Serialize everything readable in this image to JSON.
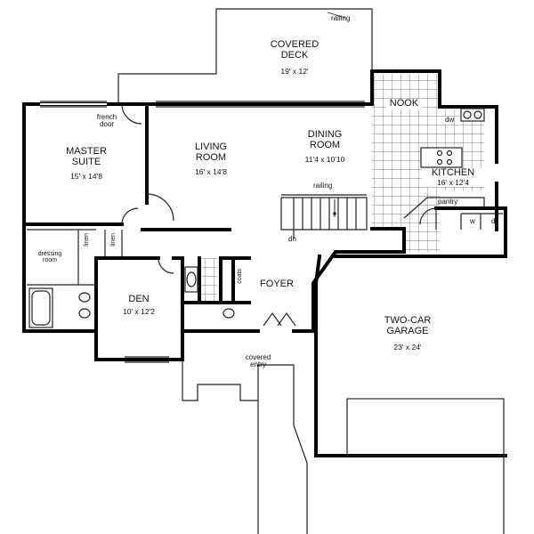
{
  "rooms": {
    "covered_deck": {
      "name_line1": "COVERED",
      "name_line2": "DECK",
      "dims": "19' x 12'"
    },
    "master_suite": {
      "name_line1": "MASTER",
      "name_line2": "SUITE",
      "dims": "15' x 14'8"
    },
    "living_room": {
      "name_line1": "LIVING",
      "name_line2": "ROOM",
      "dims": "16' x 14'8"
    },
    "dining_room": {
      "name_line1": "DINING",
      "name_line2": "ROOM",
      "dims": "11'4 x 10'10"
    },
    "nook": {
      "name": "NOOK"
    },
    "kitchen": {
      "name": "KITCHEN",
      "dims": "16' x 12'4"
    },
    "den": {
      "name": "DEN",
      "dims": "10' x 12'2"
    },
    "foyer": {
      "name": "FOYER"
    },
    "garage": {
      "name_line1": "TWO-CAR",
      "name_line2": "GARAGE",
      "dims": "23' x 24'"
    },
    "covered_entry": {
      "name_line1": "covered",
      "name_line2": "entry"
    },
    "dressing_room": {
      "name_line1": "dressing",
      "name_line2": "room"
    }
  },
  "labels": {
    "railing_top": "railing",
    "railing_mid": "railing",
    "french_door_line1": "french",
    "french_door_line2": "door",
    "pantry": "pantry",
    "dw": "dw",
    "washer": "w",
    "dryer": "d",
    "linen": "linen",
    "linen2": "linen",
    "coats": "coats",
    "down": "dn"
  },
  "colors": {
    "wall": "#000000",
    "line": "#222222",
    "tile": "#555555",
    "background": "#ffffff"
  }
}
